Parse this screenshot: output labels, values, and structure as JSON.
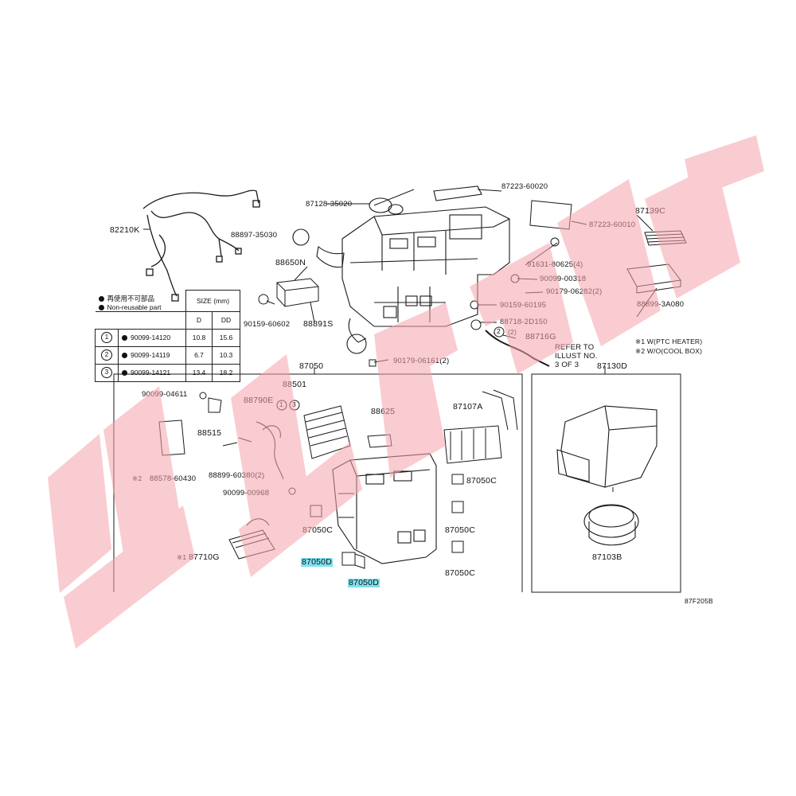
{
  "labels": {
    "l_82210k": "82210K",
    "l_88897": "88897-35030",
    "l_87128": "87128-35020",
    "l_87223a": "87223-60020",
    "l_87223b": "87223-60010",
    "l_87139c": "87139C",
    "l_88650n": "88650N",
    "l_88891s": "88891S",
    "l_90159a": "90159-60602",
    "l_91631": "91631-80625(4)",
    "l_90099_318": "90099-00318",
    "l_90179a": "90179-06282(2)",
    "l_90159b": "90159-60195",
    "l_88899": "88899-3A080",
    "l_88718": "88718-2D150",
    "l_88716g": "88716G",
    "l_refer1": "REFER TO",
    "l_refer2": "ILLUST NO.",
    "l_refer3": "3 OF 3",
    "l_90179b": "90179-06161(2)",
    "l_note1": "※1 W(PTC HEATER)",
    "l_note2": "※2 W/O(COOL BOX)",
    "l_87050": "87050",
    "l_87130d": "87130D",
    "l_88501": "88501",
    "l_90099_611": "90099-04611",
    "l_88790e": "88790E",
    "l_88515": "88515",
    "l_88625": "88625",
    "l_87107a": "87107A",
    "l_88578": "88578-60430",
    "l_88899b": "88899-60380(2)",
    "l_90099_968": "90099-00968",
    "l_87050c1": "87050C",
    "l_87050c2": "87050C",
    "l_87050c3": "87050C",
    "l_87050c4": "87050C",
    "l_87710g": "87710G",
    "l_87050d1": "87050D",
    "l_87050d2": "87050D",
    "l_87103b": "87103B",
    "l_code": "87F205B"
  },
  "legend": {
    "jp": "再使用不可部品",
    "en": "Non-reusable part"
  },
  "size_table": {
    "header": "SIZE (mm)",
    "col_d": "D",
    "col_dd": "DD",
    "rows": [
      {
        "num": "1",
        "part": "90099-14120",
        "d": "10.8",
        "dd": "15.6"
      },
      {
        "num": "2",
        "part": "90099-14119",
        "d": "6.7",
        "dd": "10.3"
      },
      {
        "num": "3",
        "part": "90099-14121",
        "d": "13.4",
        "dd": "18.2"
      }
    ]
  },
  "callouts": {
    "c1": "1",
    "c2": "2",
    "c3": "3",
    "c2b": "2",
    "c2paren": "(2)",
    "note_mark1": "※1",
    "note_mark2": "※2"
  },
  "colors": {
    "line": "#1a1a1a",
    "watermark": "#f5a3ad",
    "highlight": "#7fe0ee"
  }
}
